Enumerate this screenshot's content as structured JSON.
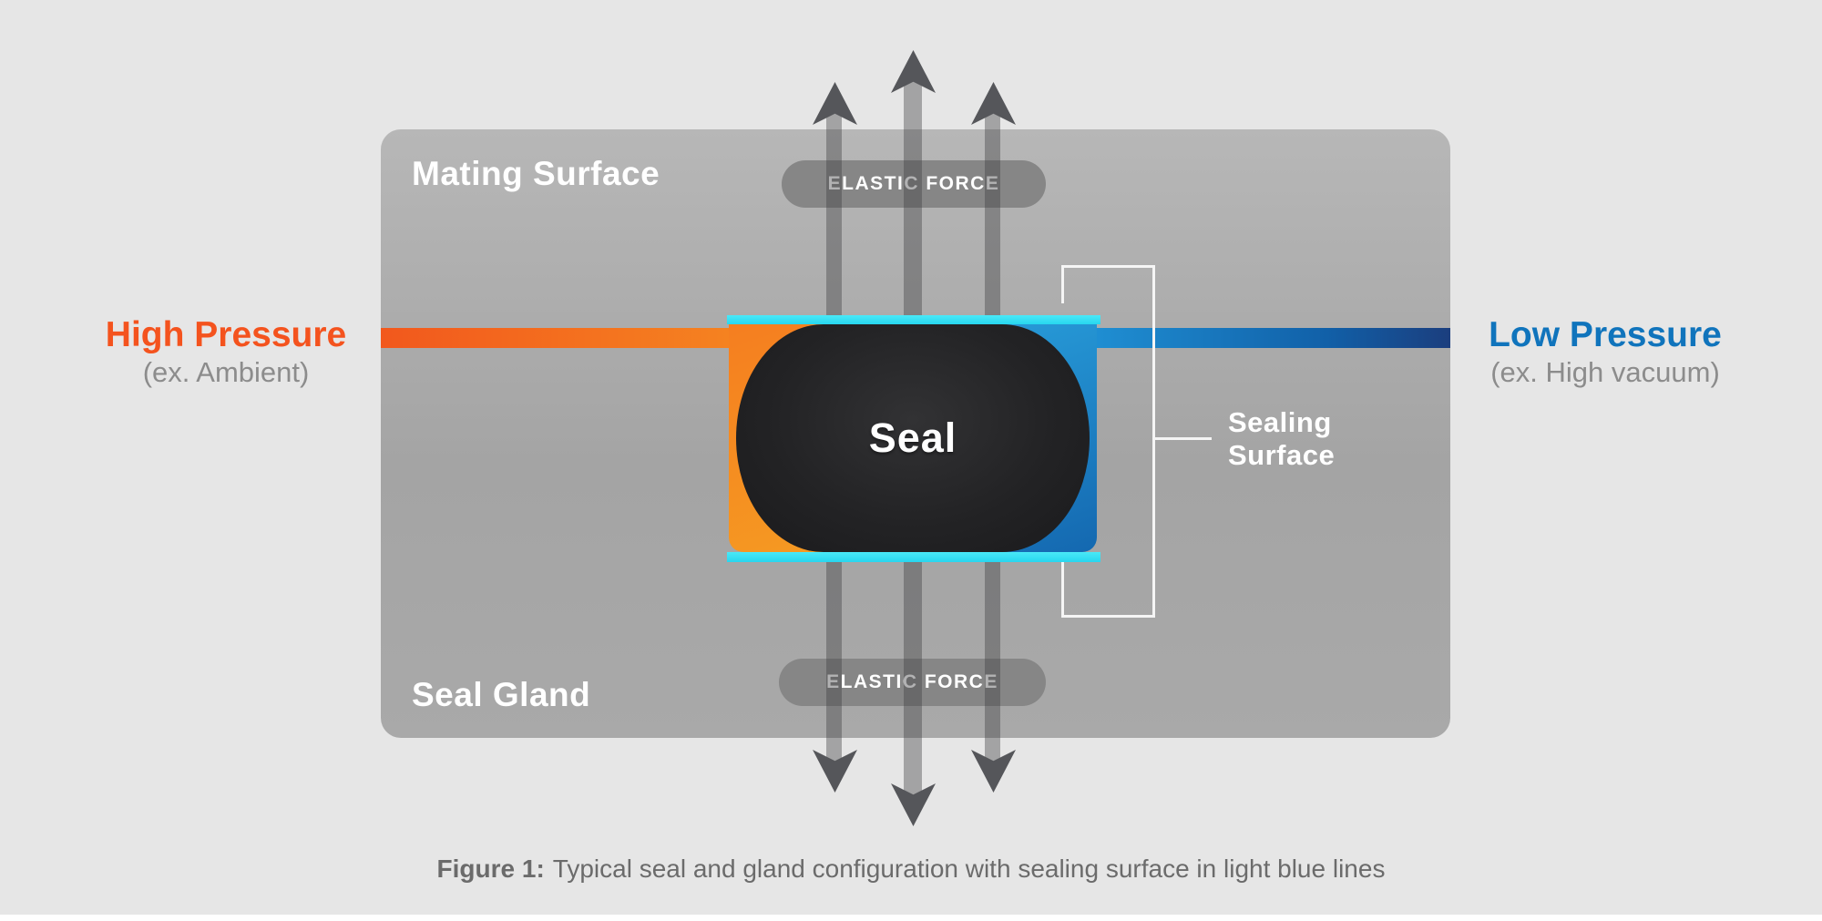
{
  "figure": {
    "caption_label": "Figure 1:",
    "caption_text": "Typical seal and gland configuration with sealing surface in light blue lines"
  },
  "labels": {
    "mating_surface": "Mating Surface",
    "seal_gland": "Seal Gland",
    "seal": "Seal",
    "elastic_force": "ELASTIC FORCE",
    "sealing_surface_line1": "Sealing",
    "sealing_surface_line2": "Surface"
  },
  "pressure": {
    "high": {
      "title": "High Pressure",
      "subtitle": "(ex. Ambient)"
    },
    "low": {
      "title": "Low Pressure",
      "subtitle": "(ex. High vacuum)"
    }
  },
  "colors": {
    "high_pressure_orange": "#f4531e",
    "low_pressure_blue": "#1074bc",
    "sealing_surface_cyan": "#2fdef2",
    "seal_black": "#232325",
    "gland_gray": "#a8a8a8",
    "arrow_gray": "#55565a",
    "pill_gray": "#868686",
    "label_white": "#ffffff",
    "caption_gray": "#6b6b6b",
    "background_gray": "#e6e6e6"
  }
}
